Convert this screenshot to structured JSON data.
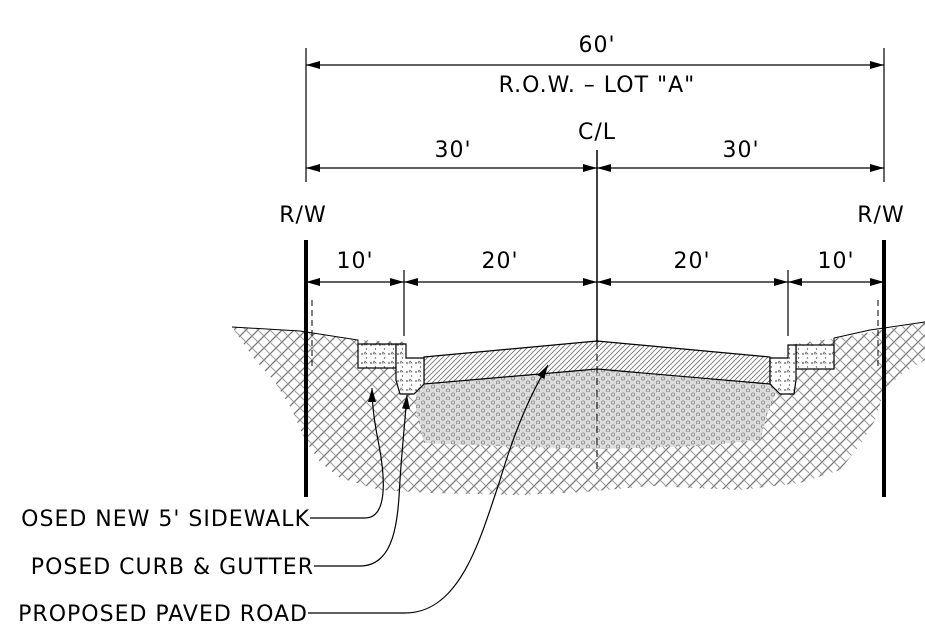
{
  "dimensions": {
    "total_width": "60'",
    "row_label": "R.O.W. – LOT \"A\"",
    "half_left": "30'",
    "half_right": "30'",
    "left_sidewalk_strip": "10'",
    "left_lane": "20'",
    "right_lane": "20'",
    "right_sidewalk_strip": "10'"
  },
  "markers": {
    "centerline": "C/L",
    "row_left": "R/W",
    "row_right": "R/W"
  },
  "callouts": {
    "sidewalk": "OSED NEW 5' SIDEWALK",
    "curb": "POSED CURB & GUTTER",
    "road": "PROPOSED PAVED ROAD"
  }
}
